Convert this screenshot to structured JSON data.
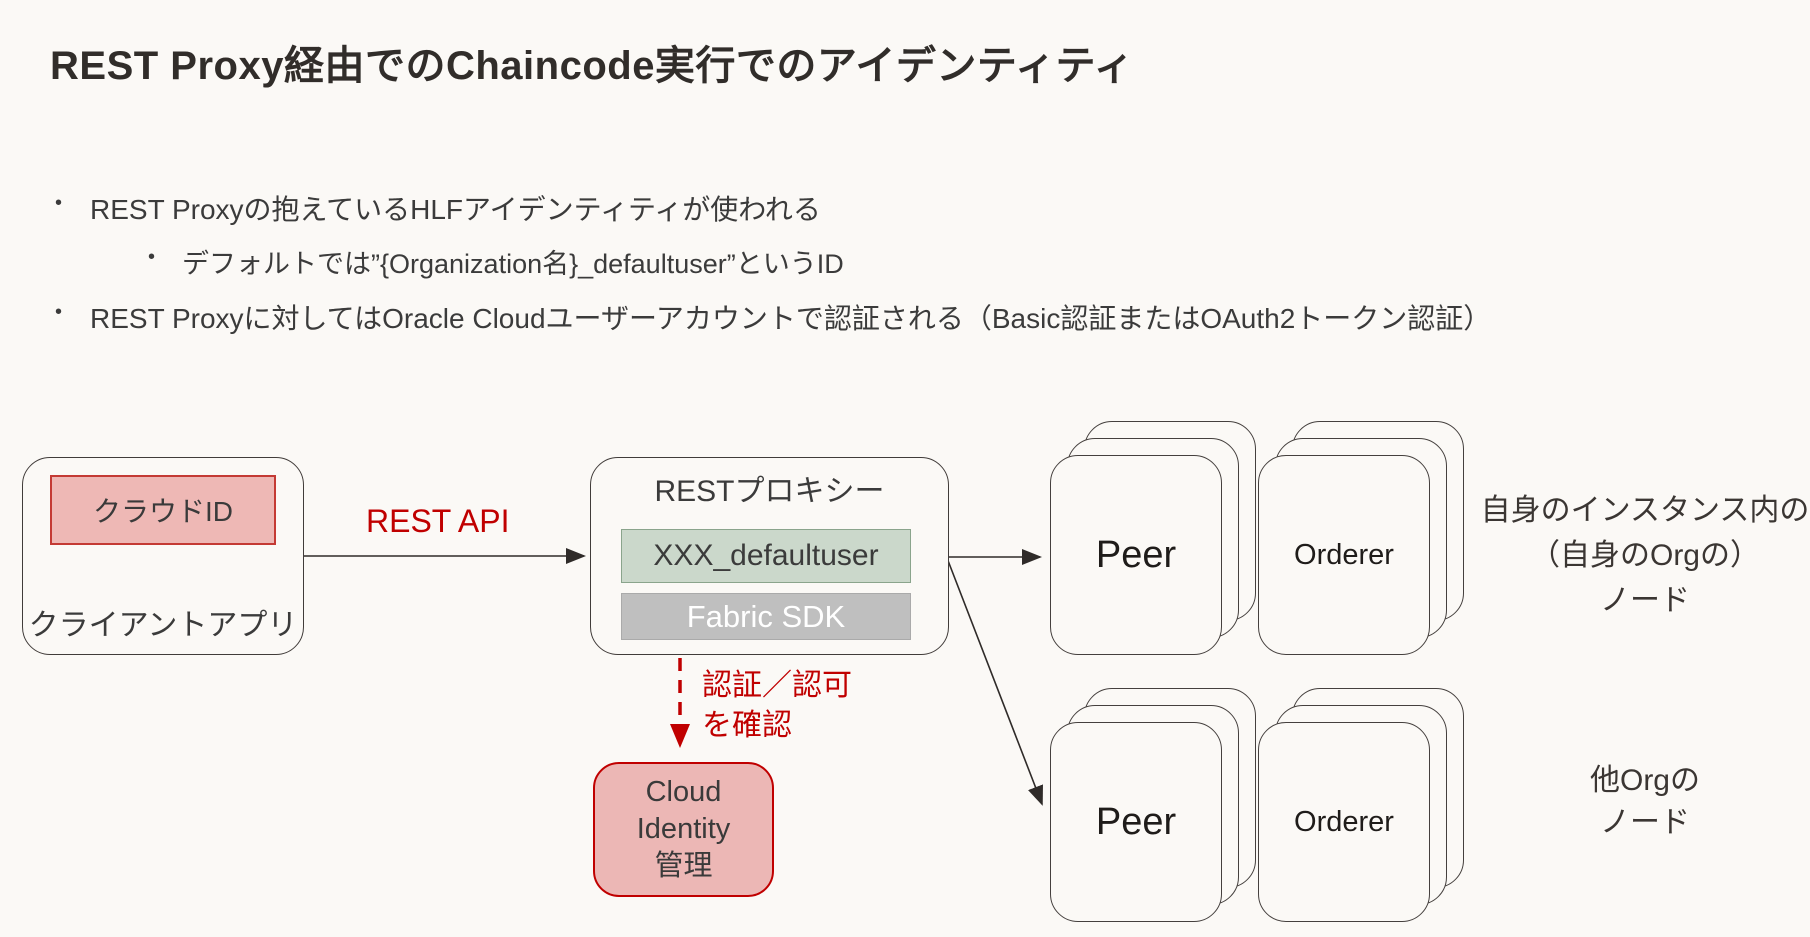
{
  "slide": {
    "title": "REST Proxy経由でのChaincode実行でのアイデンティティ",
    "bullet_char": "•",
    "bullets": {
      "item1": "REST Proxyの抱えているHLFアイデンティティが使われる",
      "item1_sub": "デフォルトでは”{Organization名}_defaultuser”というID",
      "item2": "REST Proxyに対してはOracle Cloudユーザーアカウントで認証される（Basic認証またはOAuth2トークン認証）"
    }
  },
  "diagram": {
    "client_app": {
      "identity_badge": "クラウドID",
      "label": "クライアントアプリ"
    },
    "rest_api_arrow_label": "REST API",
    "rest_proxy": {
      "title": "RESTプロキシー",
      "identity_box": "XXX_defaultuser",
      "sdk_box": "Fabric SDK"
    },
    "auth_check_note": {
      "line1": "認証／認可",
      "line2": "を確認"
    },
    "cloud_identity": {
      "line1": "Cloud",
      "line2": "Identity",
      "line3": "管理"
    },
    "own_org": {
      "peer": "Peer",
      "orderer": "Orderer",
      "caption_line1": "自身のインスタンス内の",
      "caption_line2": "（自身のOrgの）",
      "caption_line3": "ノード"
    },
    "other_org": {
      "peer": "Peer",
      "orderer": "Orderer",
      "caption_line1": "他Orgの",
      "caption_line2": "ノード"
    }
  },
  "colors": {
    "background": "#fbf9f6",
    "text": "#3b3633",
    "accent_red": "#c00000",
    "pink_fill": "#eeb8b5",
    "pink_border": "#c43a34",
    "green_fill": "#cbd8cb",
    "green_border": "#8aa48c",
    "gray_fill": "#bfbfbf",
    "outline": "#413c3a"
  }
}
